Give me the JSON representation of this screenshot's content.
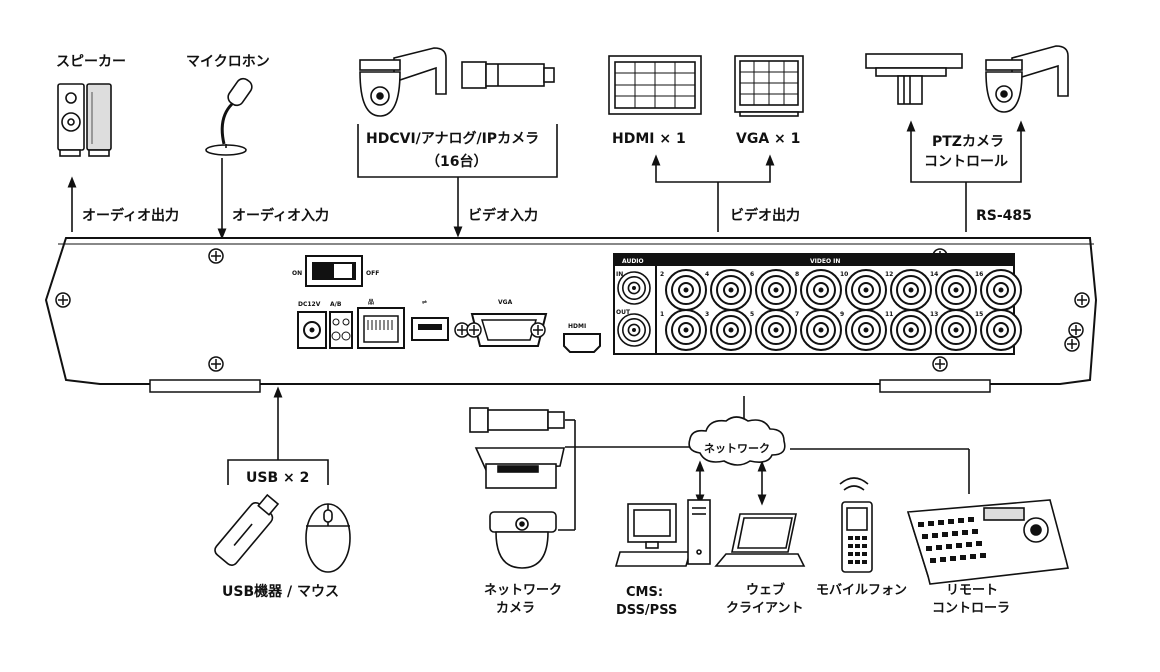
{
  "devices": {
    "speaker": "スピーカー",
    "microphone": "マイクロホン",
    "cameras_line1": "HDCVI/アナログ/IPカメラ",
    "cameras_line2": "（16台）",
    "hdmi_out": "HDMI × 1",
    "vga_out": "VGA × 1",
    "ptz_line1": "PTZカメラ",
    "ptz_line2": "コントロール",
    "usb_count": "USB × 2",
    "usb_devices": "USB機器 / マウス",
    "network_camera_line1": "ネットワーク",
    "network_camera_line2": "カメラ",
    "network": "ネットワーク",
    "cms_line1": "CMS:",
    "cms_line2": "DSS/PSS",
    "web_client_line1": "ウェブ",
    "web_client_line2": "クライアント",
    "mobile_phone": "モバイルフォン",
    "remote_line1": "リモート",
    "remote_line2": "コントローラ"
  },
  "connections": {
    "audio_out": "オーディオ出力",
    "audio_in": "オーディオ入力",
    "video_in": "ビデオ入力",
    "video_out": "ビデオ出力",
    "rs485": "RS-485"
  },
  "panel": {
    "on": "ON",
    "off": "OFF",
    "dc": "DC12V",
    "ab": "A/B",
    "vga": "VGA",
    "hdmi": "HDMI",
    "audio": "AUDIO",
    "video_in": "VIDEO IN",
    "in": "IN",
    "out": "OUT",
    "bnc_top": [
      "2",
      "4",
      "6",
      "8",
      "10",
      "12",
      "14",
      "16"
    ],
    "bnc_bottom": [
      "1",
      "3",
      "5",
      "7",
      "9",
      "11",
      "13",
      "15"
    ]
  }
}
